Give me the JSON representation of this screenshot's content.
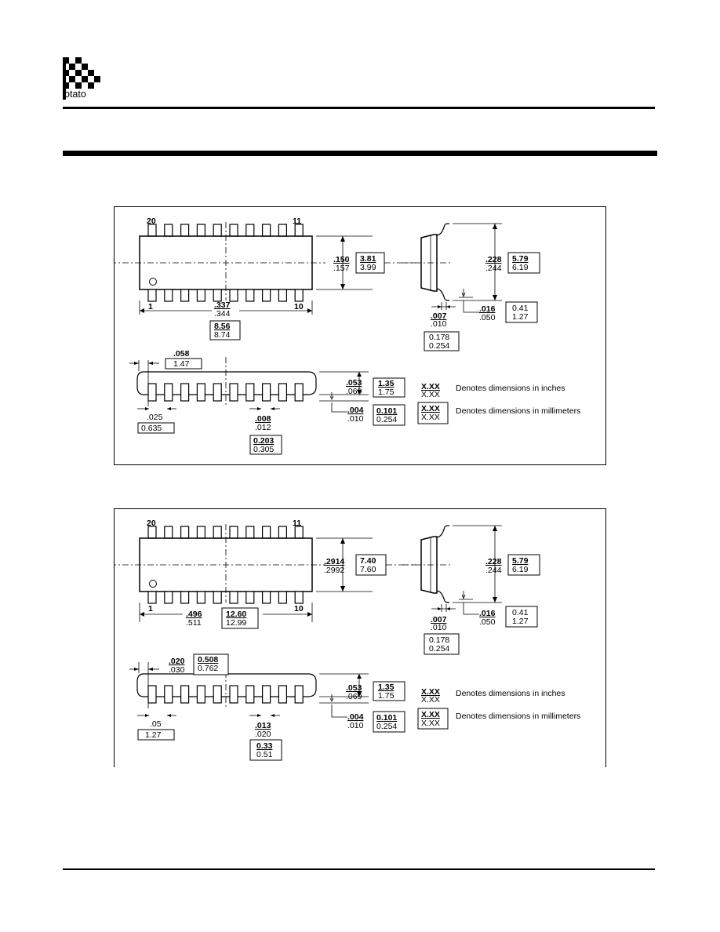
{
  "header": {
    "logo_text": "otato"
  },
  "packages": [
    {
      "pin_top_left": "20",
      "pin_top_right": "11",
      "pin_bottom_left": "1",
      "pin_bottom_right": "10",
      "body_width_in": [
        ".150",
        ".157"
      ],
      "body_width_mm": [
        "3.81",
        "3.99"
      ],
      "overall_width_in": [
        ".228",
        ".244"
      ],
      "overall_width_mm": [
        "5.79",
        "6.19"
      ],
      "length_in": [
        ".337",
        ".344"
      ],
      "length_mm": [
        "8.56",
        "8.74"
      ],
      "lead_thk_in": [
        ".007",
        ".010"
      ],
      "lead_thk_mm": [
        "0.178",
        "0.254"
      ],
      "foot_in": [
        ".016",
        ".050"
      ],
      "foot_mm": [
        "0.41",
        "1.27"
      ],
      "end_offset_in": [
        ".058"
      ],
      "end_offset_mm": [
        "1.47"
      ],
      "height_in": [
        ".053",
        ".069"
      ],
      "height_mm": [
        "1.35",
        "1.75"
      ],
      "standoff_in": [
        ".004",
        ".010"
      ],
      "standoff_mm": [
        "0.101",
        "0.254"
      ],
      "pitch_in": [
        ".025"
      ],
      "pitch_mm": [
        "0.635"
      ],
      "lead_w_in": [
        ".008",
        ".012"
      ],
      "lead_w_mm": [
        "0.203",
        "0.305"
      ],
      "legend_inch_top": "X.XX",
      "legend_inch_bottom": "X.XX",
      "legend_inch_text": "Denotes dimensions in inches",
      "legend_mm_top": "X.XX",
      "legend_mm_bottom": "X.XX",
      "legend_mm_text": "Denotes dimensions in millimeters"
    },
    {
      "pin_top_left": "20",
      "pin_top_right": "11",
      "pin_bottom_left": "1",
      "pin_bottom_right": "10",
      "body_width_in": [
        ".2914",
        ".2992"
      ],
      "body_width_mm": [
        "7.40",
        "7.60"
      ],
      "overall_width_in": [
        ".228",
        ".244"
      ],
      "overall_width_mm": [
        "5.79",
        "6.19"
      ],
      "length_in": [
        ".496",
        ".511"
      ],
      "length_mm": [
        "12.60",
        "12.99"
      ],
      "lead_thk_in": [
        ".007",
        ".010"
      ],
      "lead_thk_mm": [
        "0.178",
        "0.254"
      ],
      "foot_in": [
        ".016",
        ".050"
      ],
      "foot_mm": [
        "0.41",
        "1.27"
      ],
      "end_offset_in": [
        ".020",
        ".030"
      ],
      "end_offset_mm": [
        "0.508",
        "0.762"
      ],
      "height_in": [
        ".053",
        ".069"
      ],
      "height_mm": [
        "1.35",
        "1.75"
      ],
      "standoff_in": [
        ".004",
        ".010"
      ],
      "standoff_mm": [
        "0.101",
        "0.254"
      ],
      "pitch_in": [
        ".05"
      ],
      "pitch_mm": [
        "1.27"
      ],
      "lead_w_in": [
        ".013",
        ".020"
      ],
      "lead_w_mm": [
        "0.33",
        "0.51"
      ],
      "legend_inch_top": "X.XX",
      "legend_inch_bottom": "X.XX",
      "legend_inch_text": "Denotes dimensions in inches",
      "legend_mm_top": "X.XX",
      "legend_mm_bottom": "X.XX",
      "legend_mm_text": "Denotes dimensions in millimeters"
    }
  ]
}
